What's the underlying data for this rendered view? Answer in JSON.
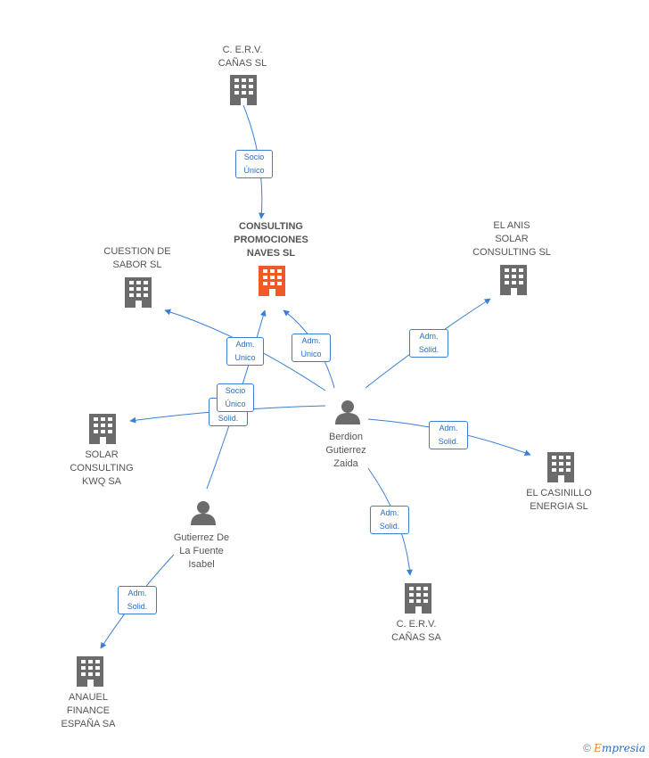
{
  "colors": {
    "edge": "#3a7fd5",
    "company": "#6b6b6b",
    "main_company": "#f05a28",
    "person": "#6b6b6b"
  },
  "nodes": {
    "main": {
      "label": "CONSULTING\nPROMOCIONES\nNAVES SL",
      "icon": "building-icon"
    },
    "cerv_top": {
      "label": "C. E.R.V.\nCAÑAS  SL",
      "icon": "building-icon"
    },
    "cuestion": {
      "label": "CUESTION DE\nSABOR SL",
      "icon": "building-icon"
    },
    "el_anis": {
      "label": "EL ANIS\nSOLAR\nCONSULTING SL",
      "icon": "building-icon"
    },
    "solar_kwq": {
      "label": "SOLAR\nCONSULTING\nKWQ SA",
      "icon": "building-icon"
    },
    "berdion": {
      "label": "Berdion\nGutierrez\nZaida",
      "icon": "person-icon"
    },
    "casinillo": {
      "label": "EL CASINILLO\nENERGIA SL",
      "icon": "building-icon"
    },
    "gutierrez": {
      "label": "Gutierrez De\nLa Fuente\nIsabel",
      "icon": "person-icon"
    },
    "cerv_bottom": {
      "label": "C. E.R.V.\nCAÑAS SA",
      "icon": "building-icon"
    },
    "anauel": {
      "label": "ANAUEL\nFINANCE\nESPAÑA SA",
      "icon": "building-icon"
    }
  },
  "edges": {
    "e1": "Socio\nÚnico",
    "e2": "Adm.\nUnico",
    "e3": "Adm.\nUnico",
    "e4": "Adm.\nSolid.",
    "e5": "Adm.\nSolid.",
    "e6": "Socio\nÚnico",
    "e7": "Adm.\nSolid.",
    "e8": "Adm.\nSolid.",
    "e9": "Adm.\nSolid."
  },
  "brand": {
    "copyright": "©",
    "first_letter": "E",
    "rest": "mpresia"
  }
}
